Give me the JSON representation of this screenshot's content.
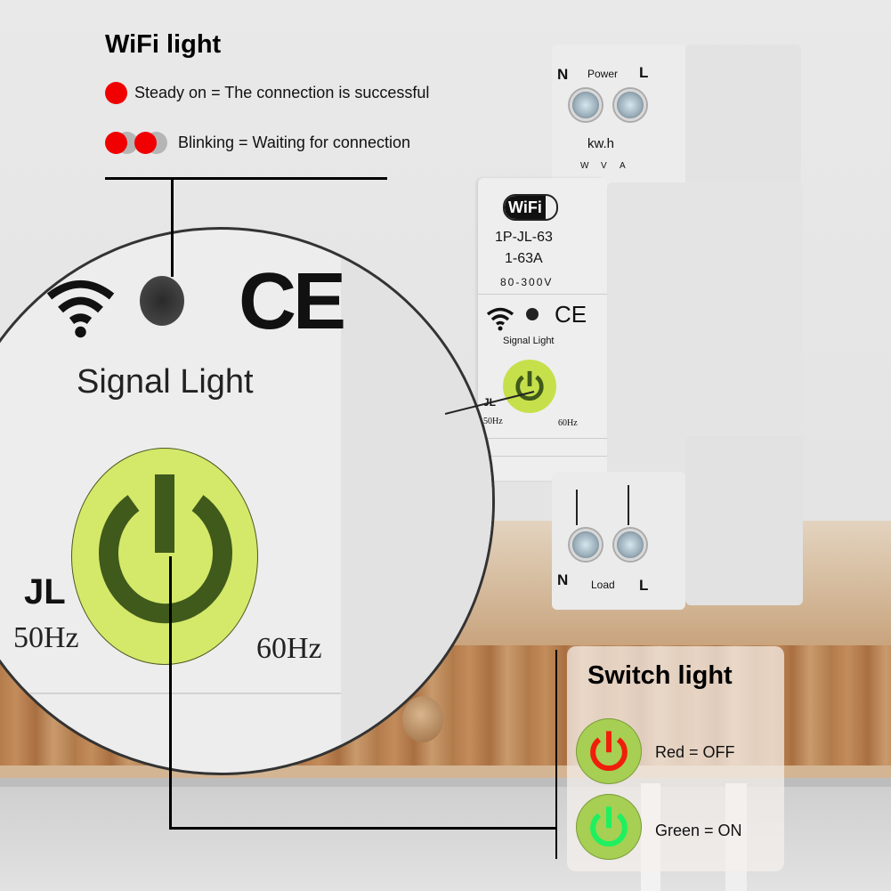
{
  "wifi_light": {
    "title": "WiFi light",
    "steady": "Steady on = The connection is successful",
    "blinking": "Blinking = Waiting for connection",
    "dot_color": "#f00000",
    "dot_off_color": "#b5b5b5"
  },
  "magnifier": {
    "signal_label": "Signal Light",
    "brand": "JL",
    "freq_left": "50Hz",
    "freq_right": "60Hz",
    "button_color": "#d4e86a",
    "icon_color": "#3f5a1a"
  },
  "device": {
    "top": {
      "n": "N",
      "power": "Power",
      "l": "L",
      "kwh": "kw.h",
      "units": [
        "W",
        "V",
        "A"
      ]
    },
    "front": {
      "wifi_badge": "WiFi",
      "model": "1P-JL-63",
      "current": "1-63A",
      "voltage": "80-300V",
      "signal_label": "Signal Light",
      "brand": "JL",
      "freq_left": "50Hz",
      "freq_right": "60Hz"
    },
    "bottom": {
      "n": "N",
      "load": "Load",
      "l": "L"
    }
  },
  "switch_light": {
    "title": "Switch light",
    "off": "Red = OFF",
    "on": "Green = ON",
    "off_color": "#f01e0a",
    "on_color": "#1ef060"
  }
}
